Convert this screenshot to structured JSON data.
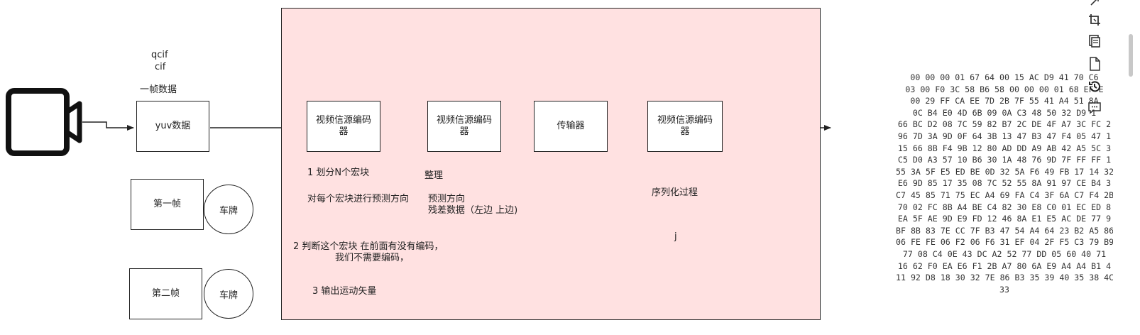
{
  "labels": {
    "qcif": "qcif",
    "cif": "cif",
    "frame_data": "一帧数据",
    "yuv": "yuv数据",
    "frame1": "第一帧",
    "frame2": "第二帧",
    "plate": "车牌"
  },
  "pipeline": {
    "encoder1": "视频信源编码器",
    "encoder2": "视频信源编码器",
    "transmitter": "传输器",
    "encoder3": "视频信源编码器"
  },
  "notes": {
    "n1": "1  划分N个宏块",
    "n2": "对每个宏块进行预测方向",
    "n3": "整理",
    "n4": "预测方向",
    "n5": "残差数据（左边 上边)",
    "n6": "2  判断这个宏块  在前面有没有编码，",
    "n7": "我们不需要编码，",
    "n8": "3  输出运动矢量",
    "n9": "序列化过程",
    "n10": "j"
  },
  "hex_lines": [
    "00 00 00 01 67 64 00 15 AC D9 41 70 C6",
    "03 00 F0 3C 58 B6 58 00 00 00 01 68 EF E",
    "00 29 FF CA EE 7D 2B 7F 55 41 A4 51 8A",
    "0C B4 E0 4D 6B 09 0A C3 48 50 32 D9 1",
    "66 BC D2 08 7C 59 82 B7 2C DE 4F A7 3C FC 2",
    "96 7D 3A 9D 0F 64 3B 13 47 B3 47 F4 05 47 1",
    "15 66 8B F4 9B 12 80 AD DD A9 AB 42 A5 5C 3",
    "C5 D0 A3 57 10 B6 30 1A 48 76 9D 7F FF FF 1",
    "55 3A 5F E5 ED BE 0D 32 5A F6 49 FB 17 14 32",
    "E6 9D 85 17 35 08 7C 52 55 8A 91 97 CE B4 3",
    "C7 45 85 71 75 EC A4 69 FA C4 3F 6A C7 F4 2B",
    "70 02 FC 8B A4 BE C4 82 30 E8 C0 01 EC ED 8",
    "EA 5F AE 9D E9 FD 12 46 8A E1 E5 AC DE 77 9",
    "BF 8B 83 7E CC 7F B3 47 54 A4 64 23 B2 A5 86",
    "06 FE FE 06 F2 06 F6 31 EF 04 2F F5 C3 79 B9",
    "77 08 C4 0E 43 DC A2 52 77 DD 05 60 40 71",
    "16 62 F0 EA E6 F1 2B A7 80 6A E9 A4 A4 B1 4",
    "11 92 D8 18 30 32 7E 86 B3 35 39 40 35 38 4C",
    "33"
  ],
  "toolbar_icons": [
    "pin-icon",
    "crop-icon",
    "copy-icon",
    "document-icon",
    "history-icon",
    "comment-icon"
  ],
  "colors": {
    "panel": "#ffe1e1",
    "stroke": "#222222"
  }
}
